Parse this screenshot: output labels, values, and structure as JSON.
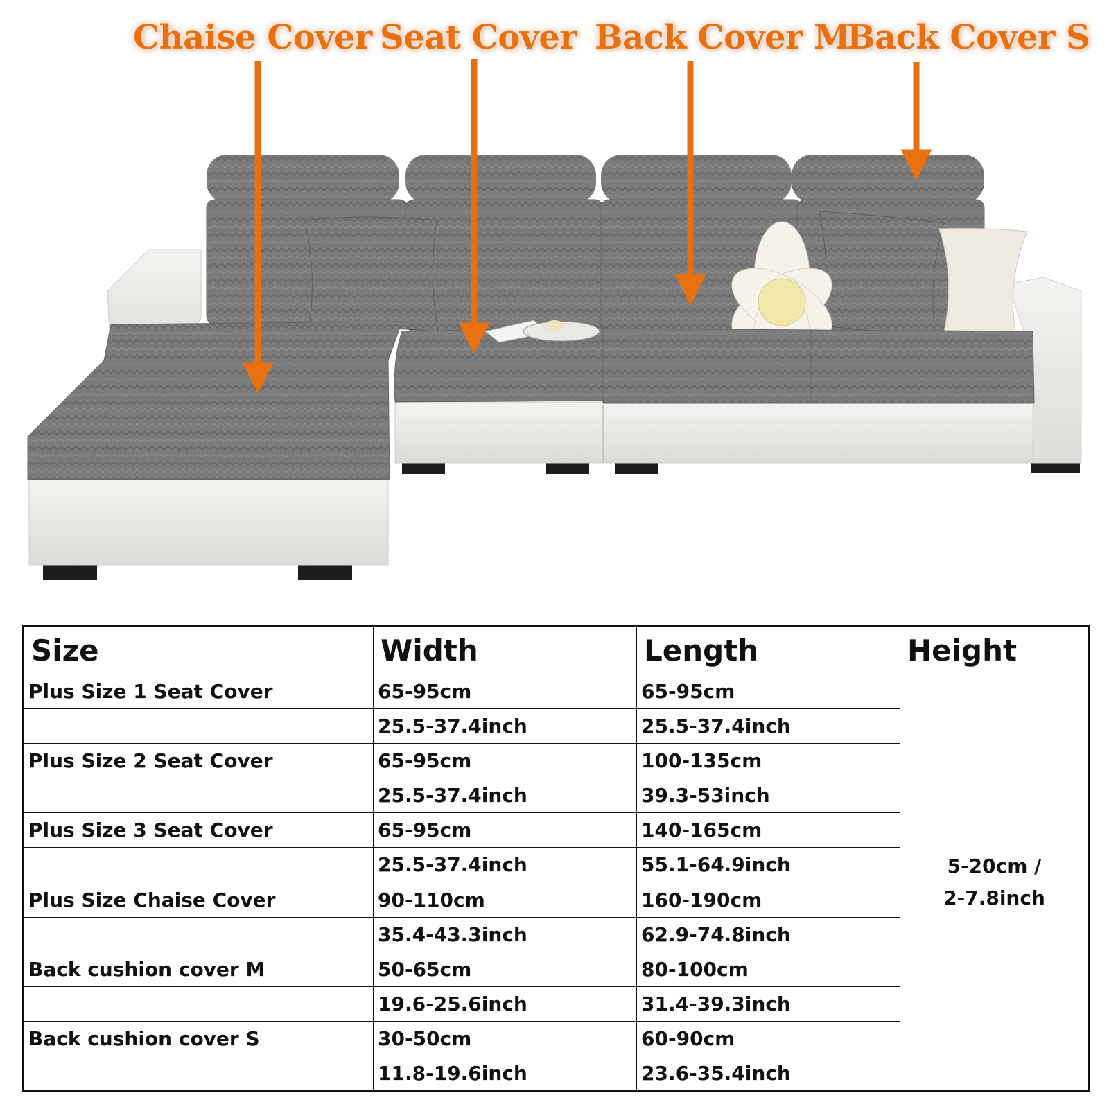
{
  "callouts": {
    "chaise": "Chaise Cover",
    "seat": "Seat Cover",
    "back_m": "Back Cover M",
    "back_s": "Back Cover S"
  },
  "colors": {
    "callout": "#e8700f",
    "fabric": "#7b7b7b",
    "leather": "#ecebe8",
    "border": "#111111"
  },
  "table": {
    "headers": {
      "size": "Size",
      "width": "Width",
      "length": "Length",
      "height": "Height"
    },
    "rows": [
      {
        "size": "Plus Size 1 Seat Cover",
        "width": "65-95cm",
        "length": "65-95cm"
      },
      {
        "size": "",
        "width": "25.5-37.4inch",
        "length": "25.5-37.4inch"
      },
      {
        "size": "Plus Size 2 Seat Cover",
        "width": "65-95cm",
        "length": "100-135cm"
      },
      {
        "size": "",
        "width": "25.5-37.4inch",
        "length": "39.3-53inch"
      },
      {
        "size": "Plus Size 3 Seat Cover",
        "width": "65-95cm",
        "length": "140-165cm"
      },
      {
        "size": "",
        "width": "25.5-37.4inch",
        "length": "55.1-64.9inch"
      },
      {
        "size": "Plus Size Chaise Cover",
        "width": "90-110cm",
        "length": "160-190cm"
      },
      {
        "size": "",
        "width": "35.4-43.3inch",
        "length": "62.9-74.8inch"
      },
      {
        "size": "Back cushion cover M",
        "width": "50-65cm",
        "length": "80-100cm"
      },
      {
        "size": "",
        "width": "19.6-25.6inch",
        "length": "31.4-39.3inch"
      },
      {
        "size": "Back cushion cover S",
        "width": "30-50cm",
        "length": "60-90cm"
      },
      {
        "size": "",
        "width": "11.8-19.6inch",
        "length": "23.6-35.4inch"
      }
    ],
    "height_value_line1": "5-20cm /",
    "height_value_line2": "2-7.8inch"
  }
}
